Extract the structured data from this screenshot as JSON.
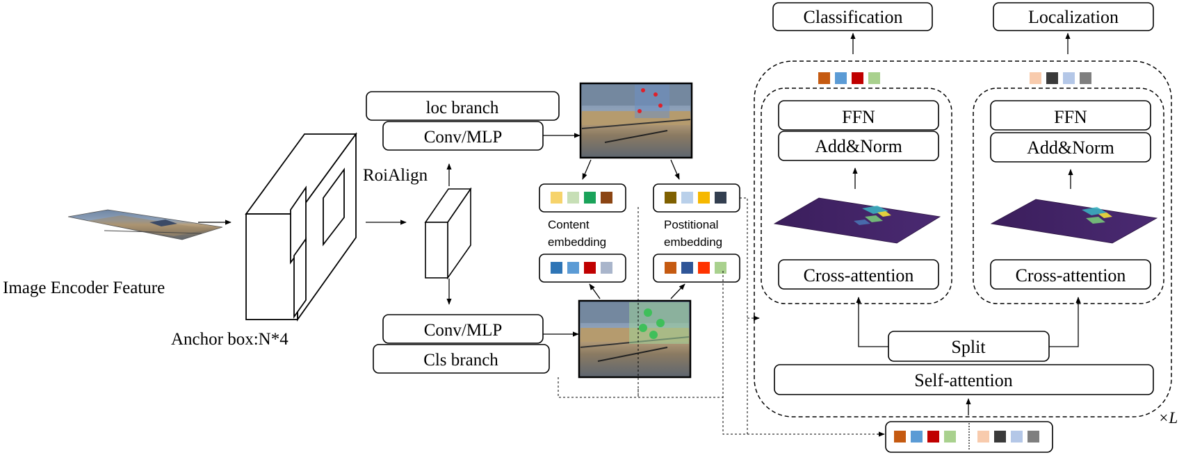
{
  "labels": {
    "image_encoder_feature": "Image Encoder Feature",
    "anchor_box": "Anchor box:N*4",
    "roi_align": "RoiAlign",
    "loc_branch": "loc branch",
    "conv_mlp_top": "Conv/MLP",
    "conv_mlp_bottom": "Conv/MLP",
    "cls_branch": "Cls branch",
    "content_embedding_line1": "Content",
    "content_embedding_line2": "embedding",
    "positional_embedding_line1": "Postitional",
    "positional_embedding_line2": "embedding",
    "classification": "Classification",
    "localization": "Localization",
    "ffn_left": "FFN",
    "add_norm_left": "Add&Norm",
    "cross_attention_left": "Cross-attention",
    "ffn_right": "FFN",
    "add_norm_right": "Add&Norm",
    "cross_attention_right": "Cross-attention",
    "split": "Split",
    "self_attention": "Self-attention",
    "repeat": "×L"
  },
  "token_groups": {
    "content_top": [
      "#f6d36b",
      "#c7dfb6",
      "#1aa35a",
      "#8b4513"
    ],
    "positional_top": [
      "#7f6000",
      "#b9d0ea",
      "#f6b800",
      "#333f50"
    ],
    "content_bottom": [
      "#2e75b6",
      "#5b9bd5",
      "#c00000",
      "#a9b5cb"
    ],
    "positional_bottom": [
      "#c55a11",
      "#2f5597",
      "#ff3300",
      "#a9d18e"
    ],
    "classification_tokens": [
      "#c55a11",
      "#5b9bd5",
      "#c00000",
      "#a9d18e"
    ],
    "localization_tokens": [
      "#f8cbad",
      "#3a3a3a",
      "#b4c7e7",
      "#7f7f7f"
    ],
    "bottom_input_left": [
      "#c55a11",
      "#5b9bd5",
      "#c00000",
      "#a9d18e"
    ],
    "bottom_input_right": [
      "#f8cbad",
      "#3a3a3a",
      "#b4c7e7",
      "#7f7f7f"
    ]
  }
}
